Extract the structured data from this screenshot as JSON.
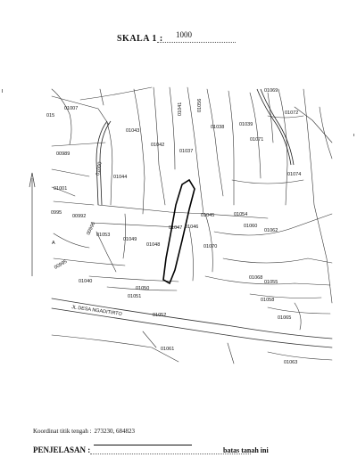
{
  "header": {
    "scale_label": "SKALA 1 :",
    "scale_value": "1000"
  },
  "parcels": [
    {
      "id": "01007"
    },
    {
      "id": "015"
    },
    {
      "id": "01043"
    },
    {
      "id": "01042"
    },
    {
      "id": "01037"
    },
    {
      "id": "01038"
    },
    {
      "id": "01039"
    },
    {
      "id": "01071"
    },
    {
      "id": "01072"
    },
    {
      "id": "01069"
    },
    {
      "id": "00989"
    },
    {
      "id": "01044"
    },
    {
      "id": "01001"
    },
    {
      "id": "01074"
    },
    {
      "id": "0995"
    },
    {
      "id": "00992"
    },
    {
      "id": "01053"
    },
    {
      "id": "01049"
    },
    {
      "id": "01048"
    },
    {
      "id": "01047"
    },
    {
      "id": "01046"
    },
    {
      "id": "01045"
    },
    {
      "id": "01054"
    },
    {
      "id": "01060"
    },
    {
      "id": "01062"
    },
    {
      "id": "01070"
    },
    {
      "id": "00995"
    },
    {
      "id": "01040"
    },
    {
      "id": "01050"
    },
    {
      "id": "01051"
    },
    {
      "id": "01068"
    },
    {
      "id": "01055"
    },
    {
      "id": "01058"
    },
    {
      "id": "01052"
    },
    {
      "id": "01065"
    },
    {
      "id": "01061"
    },
    {
      "id": "01063"
    },
    {
      "id": "A"
    }
  ],
  "rotated_labels": [
    "01041",
    "01056",
    "01000",
    "00996"
  ],
  "road": {
    "name": "JL DESA NGADITIRTO"
  },
  "footer": {
    "coord_label": "Koordinat titik tengah :",
    "coord_value": "273230, 684823",
    "legend_label": "PENJELASAN :",
    "legend_text": "batas tanah ini"
  }
}
